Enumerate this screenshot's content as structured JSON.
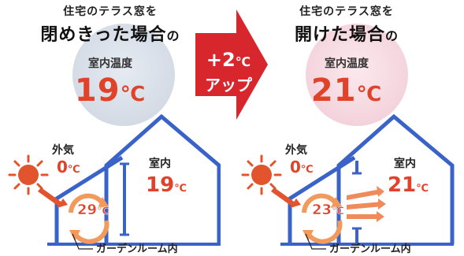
{
  "left": {
    "line1": "住宅のテラス窓を",
    "line2_main": "閉めきった場合",
    "line2_particle": "の",
    "room_temp_label": "室内温度",
    "room_temp_value": "19",
    "unit": "℃",
    "outside_label": "外気",
    "outside_value": "0",
    "inside_label": "室内",
    "inside_value": "19",
    "garden_value": "29",
    "garden_label": "ガーデンルーム内"
  },
  "arrow": {
    "top_value": "+2",
    "unit": "℃",
    "bottom_text": "アップ",
    "color": "#d7262c"
  },
  "right": {
    "line1": "住宅のテラス窓を",
    "line2_main": "開けた場合",
    "line2_particle": "の",
    "room_temp_label": "室内温度",
    "room_temp_value": "21",
    "unit": "℃",
    "outside_label": "外気",
    "outside_value": "0",
    "inside_label": "室内",
    "inside_value": "21",
    "garden_value": "23",
    "garden_label": "ガーデンルーム内"
  },
  "colors": {
    "house_stroke": "#3a63c9",
    "temp_red": "#e0432a",
    "sun_red": "#e2542e",
    "arrow_red": "#d7262c"
  }
}
